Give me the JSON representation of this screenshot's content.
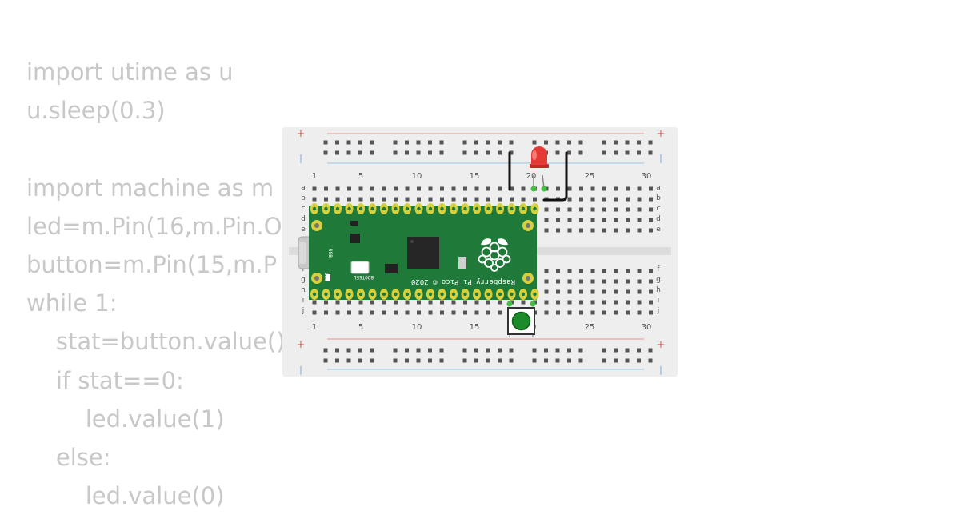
{
  "code": {
    "lines": [
      "import utime as u",
      "u.sleep(0.3)",
      "",
      "import machine as m",
      "led=m.Pin(16,m.Pin.O",
      "button=m.Pin(15,m.P",
      "while 1:",
      "    stat=button.value()",
      "    if stat==0:",
      "        led.value(1)",
      "    else:",
      "        led.value(0)"
    ]
  },
  "breadboard": {
    "column_numbers": [
      "1",
      "5",
      "10",
      "15",
      "20",
      "25",
      "30"
    ],
    "row_letters_top": [
      "a",
      "b",
      "c",
      "d",
      "e"
    ],
    "row_letters_bottom": [
      "f",
      "g",
      "h",
      "i",
      "j"
    ],
    "rail_plus": "+",
    "rail_minus": "|",
    "colors": {
      "board": "#eeeeee",
      "hole": "#555555",
      "rail_red": "#e9a4a0",
      "rail_blue": "#a8cde6",
      "gap": "#dddddd"
    }
  },
  "pico": {
    "brand_text": "Raspberry Pi Pico © 2020",
    "bootsel_label": "BOOTSEL",
    "usb_label": "USB",
    "led_label": "LED",
    "colors": {
      "pcb": "#1f7a3a",
      "pad": "#d8d03a",
      "chip": "#222222"
    },
    "icons": [
      "raspberry-logo-icon",
      "usb-connector-icon"
    ]
  },
  "components": {
    "led": {
      "color": "#e53935",
      "icon": "red-led-icon"
    },
    "button": {
      "color": "#1b8a2a",
      "icon": "pushbutton-icon"
    },
    "wire_color": "#111111"
  }
}
